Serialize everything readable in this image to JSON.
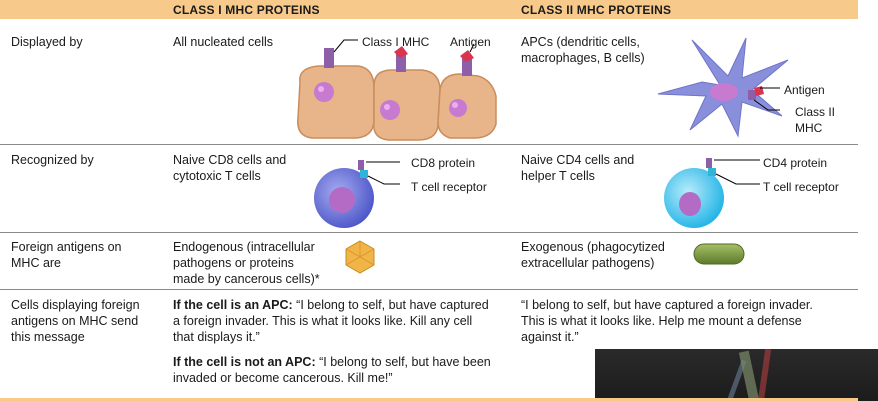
{
  "header": {
    "class1": "CLASS I MHC PROTEINS",
    "class2": "CLASS II MHC PROTEINS"
  },
  "rows": [
    {
      "label": "Displayed by",
      "class1": "All nucleated cells",
      "class2": "APCs (dendritic cells,\nmacrophages, B cells)",
      "class1_labels": [
        "Class I MHC",
        "Antigen"
      ],
      "class2_labels": [
        "Antigen",
        "Class II\nMHC"
      ]
    },
    {
      "label": "Recognized by",
      "class1": "Naive CD8 cells and\ncytotoxic T cells",
      "class2": "Naive CD4 cells and\nhelper T cells",
      "class1_labels": [
        "CD8 protein",
        "T cell receptor"
      ],
      "class2_labels": [
        "CD4 protein",
        "T cell receptor"
      ]
    },
    {
      "label": "Foreign antigens on\nMHC are",
      "class1": "Endogenous (intracellular\npathogens or proteins\nmade by cancerous cells)*",
      "class2": "Exogenous (phagocytized\nextracellular pathogens)"
    },
    {
      "label": "Cells displaying foreign\nantigens on MHC send\nthis message",
      "class1_apc_lead": "If the cell is an APC:",
      "class1_apc_text": " “I belong to self, but have captured\na foreign invader. This is what it looks like. Kill any cell\nthat displays it.”",
      "class1_nonapc_lead": "If the cell is not an APC:",
      "class1_nonapc_text": " “I belong to self, but have been\ninvaded or become cancerous. Kill me!”",
      "class2": "“I belong to self, but have captured a foreign invader.\nThis is what it looks like. Help me mount a defense\nagainst it.”"
    }
  ],
  "colors": {
    "header_bg": "#f7c98a",
    "cell_body": "#e8b489",
    "nucleus": "#c77ad0",
    "mhc1": "#8e5fa8",
    "antigen": "#d8354e",
    "dendritic": "#8a8fdc",
    "tcell_cd8": "#6b73d9",
    "tcell_cd4": "#3fc4ea",
    "virus": "#f0b447",
    "bacterium": "#7f9c45"
  }
}
